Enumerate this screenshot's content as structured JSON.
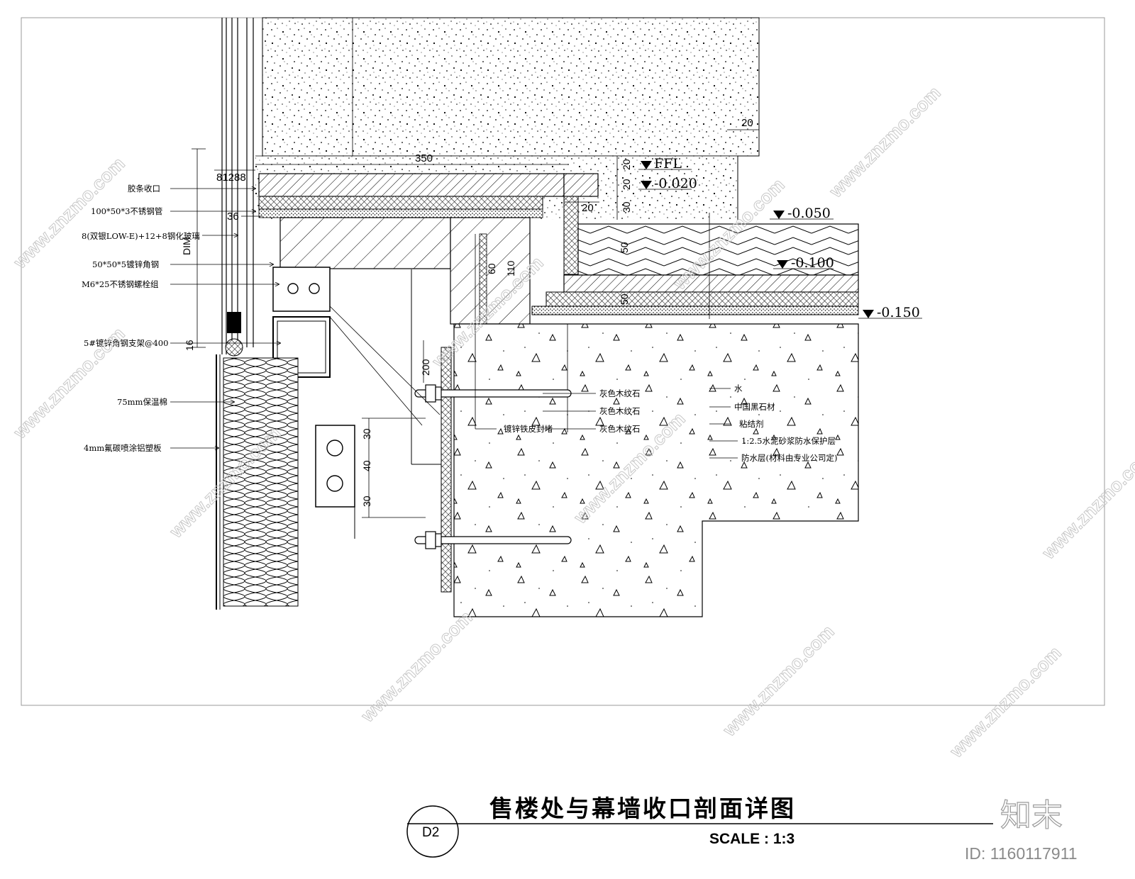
{
  "drawing": {
    "tag": "D2",
    "title": "售楼处与幕墙收口剖面详图",
    "scale": "SCALE :    1:3"
  },
  "labels_left": [
    "胶条收口",
    "100*50*3不锈钢管",
    "8(双银LOW-E)+12+8钢化玻璃",
    "50*50*5镀锌角钢",
    "M6*25不锈钢螺栓组",
    "5#镀锌角钢支架@400",
    "75mm保温棉",
    "4mm氟碳喷涂铝塑板"
  ],
  "labels_mid": [
    "灰色木纹石",
    "灰色木纹石",
    "灰色木纹石",
    "镀锌铁皮封堵"
  ],
  "labels_right": [
    "水",
    "中国黑石材",
    "粘结剂",
    "1:2.5水泥砂浆防水保护层",
    "防水层(材料由专业公司定)"
  ],
  "levels": [
    "FFL",
    "-0.020",
    "-0.050",
    "-0.100",
    "-0.150"
  ],
  "dimensions": {
    "top_350": "350",
    "top_20": "20",
    "glass": "81288",
    "d36": "36",
    "dim_label": "DIM",
    "d16": "16",
    "d20a": "20",
    "d20b": "20",
    "d30a": "30",
    "d20c": "20",
    "d50a": "50",
    "d50b": "50",
    "d60": "60",
    "d110": "110",
    "d200": "200",
    "d30b": "30",
    "d40": "40",
    "d30c": "30"
  },
  "watermark": {
    "text": "www.znzmo.com",
    "brand": "知末",
    "id": "ID: 1160117911"
  }
}
